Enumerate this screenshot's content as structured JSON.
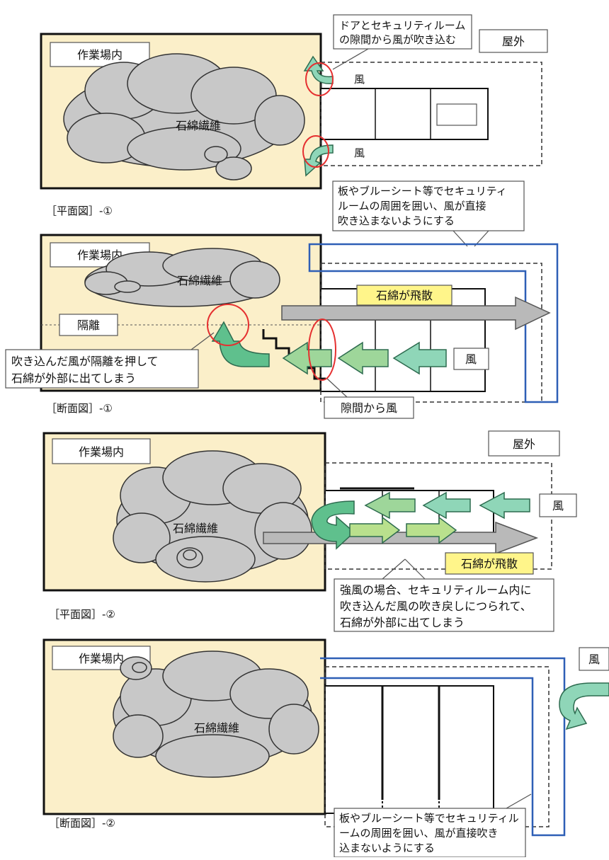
{
  "colors": {
    "work_area_fill": "#fbefc9",
    "asbestos_cloud": "#c8c8c8",
    "wind_arrow": "#8fd6b8",
    "wind_arrow_dark": "#5fc08d",
    "wind_arrow_green": "#b9e08d",
    "scatter_arrow": "#b9b9b9",
    "enclosure_line": "#2e5fb6",
    "highlight_circle": "#e53030",
    "callout_fill": "#fff58a"
  },
  "panel1": {
    "work_area_label": "作業場内",
    "asbestos_label": "石綿繊維",
    "outdoor_label": "屋外",
    "wind_label_top": "風",
    "wind_label_bottom": "風",
    "gap_callout": [
      "ドアとセキュリティルーム",
      "の隙間から風が吹き込む"
    ],
    "caption": "［平面図］-①",
    "countermeasure_callout": [
      "板やブルーシート等でセキュリティ",
      "ルームの周囲を囲い、風が直接",
      "吹き込まないようにする"
    ]
  },
  "panel2": {
    "work_area_label": "作業場内",
    "asbestos_label": "石綿繊維",
    "isolation_label": "隔離",
    "scatter_label": "石綿が飛散",
    "wind_label": "風",
    "push_callout": [
      "吹き込んだ風が隔離を押して",
      "石綿が外部に出てしまう"
    ],
    "gap_wind_label": "隙間から風",
    "caption": "［断面図］-①"
  },
  "panel3": {
    "work_area_label": "作業場内",
    "asbestos_label": "石綿繊維",
    "outdoor_label": "屋外",
    "wind_label": "風",
    "scatter_label": "石綿が飛散",
    "strong_wind_callout": [
      "強風の場合、セキュリティルーム内に",
      "吹き込んだ風の吹き戻しにつられて、",
      "石綿が外部に出てしまう"
    ],
    "caption": "［平面図］-②"
  },
  "panel4": {
    "work_area_label": "作業場内",
    "asbestos_label": "石綿繊維",
    "wind_label": "風",
    "caption": "［断面図］-②",
    "countermeasure_callout": [
      "板やブルーシート等でセキュリティル",
      "ームの周囲を囲い、風が直接吹き",
      "込まないようにする"
    ]
  }
}
